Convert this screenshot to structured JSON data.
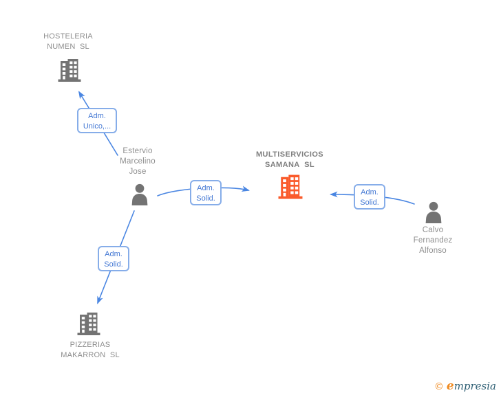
{
  "diagram_type": "company-relationship-graph",
  "colors": {
    "background": "#ffffff",
    "node_icon_gray": "#737373",
    "node_icon_orange": "#fa5a2a",
    "node_label_gray": "#8e8e8e",
    "edge_blue": "#4a86e2",
    "edge_label_border": "#86ade9",
    "edge_label_text": "#4579d4",
    "watermark_orange": "#f08a1f",
    "watermark_teal": "#2e5f74"
  },
  "nodes": {
    "hosteleria": {
      "type": "company",
      "label": "HOSTELERIA\nNUMEN  SL"
    },
    "estervio": {
      "type": "person",
      "label": "Estervio\nMarcelino\nJose"
    },
    "multiservicios": {
      "type": "company",
      "highlighted": true,
      "label": "MULTISERVICIOS\nSAMANA  SL"
    },
    "calvo": {
      "type": "person",
      "label": "Calvo\nFernandez\nAlfonso"
    },
    "pizzerias": {
      "type": "company",
      "label": "PIZZERIAS\nMAKARRON  SL"
    }
  },
  "edges": {
    "estervio_hosteleria": {
      "from": "Estervio Marcelino Jose",
      "to": "HOSTELERIA NUMEN SL",
      "label": "Adm.\nUnico,..."
    },
    "estervio_multiservicios": {
      "from": "Estervio Marcelino Jose",
      "to": "MULTISERVICIOS SAMANA SL",
      "label": "Adm.\nSolid."
    },
    "calvo_multiservicios": {
      "from": "Calvo Fernandez Alfonso",
      "to": "MULTISERVICIOS SAMANA SL",
      "label": "Adm.\nSolid."
    },
    "estervio_pizzerias": {
      "from": "Estervio Marcelino Jose",
      "to": "PIZZERIAS MAKARRON SL",
      "label": "Adm.\nSolid."
    }
  },
  "watermark": {
    "copyright": "©",
    "brand_initial": "e",
    "brand_rest": "mpresia"
  }
}
